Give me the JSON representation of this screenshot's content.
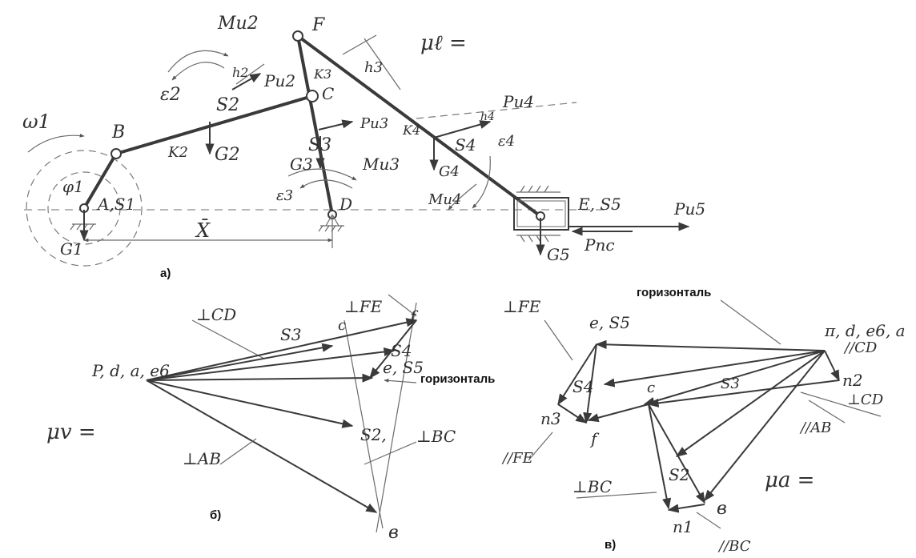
{
  "panel_a": {
    "caption": "а)",
    "scale_label": "μℓ =",
    "labels": {
      "omega1": "ω1",
      "phi1": "φ1",
      "A_S1": "A,S1",
      "B": "B",
      "K2": "K2",
      "S2": "S2",
      "G2": "G2",
      "Mu2": "Mu2",
      "eps2": "ε2",
      "h2": "h2",
      "Pu2": "Pu2",
      "F": "F",
      "K3": "K3",
      "C": "C",
      "h3": "h3",
      "Pu3": "Pu3",
      "S3": "S3",
      "G3": "G3",
      "Mu3": "Mu3",
      "eps3": "ε3",
      "D": "D",
      "K4": "K4",
      "h4": "h4",
      "Pu4": "Pu4",
      "S4": "S4",
      "G4": "G4",
      "eps4": "ε4",
      "Mu4": "Mu4",
      "E_S5": "E, S5",
      "Pu5": "Pu5",
      "Ppc": "Pпс",
      "G5": "G5",
      "G1": "G1",
      "X": "X̄"
    }
  },
  "panel_b": {
    "caption": "б)",
    "scale_label": "μv =",
    "horizontal": "горизонталь",
    "labels": {
      "pole": "P, d, a, e6",
      "perpFE": "⊥FE",
      "perpCD": "⊥CD",
      "S3": "S3",
      "c": "c",
      "f": "f",
      "S4": "S4",
      "e_S5": "e, S5",
      "S2": "S2,",
      "perpBC": "⊥BC",
      "perpAB": "⊥AB",
      "b": "в"
    }
  },
  "panel_c": {
    "caption": "в)",
    "scale_label": "μa =",
    "horizontal": "горизонталь",
    "labels": {
      "perpFE": "⊥FE",
      "e_S5": "e, S5",
      "pole": "π, d, e6, a",
      "parCD": "//CD",
      "n2": "n2",
      "perpCD": "⊥CD",
      "S4": "S4",
      "c": "c",
      "S3": "S3",
      "n3": "n3",
      "f": "f",
      "parFE": "//FE",
      "parAB": "//AB",
      "S2": "S2",
      "perpBC": "⊥BC",
      "b": "в",
      "n1": "n1",
      "parBC": "//BC"
    }
  }
}
